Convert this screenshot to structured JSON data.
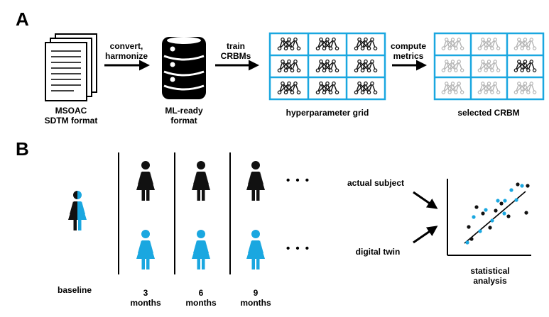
{
  "panel_a": {
    "letter": "A",
    "sources": {
      "line1": "MSOAC",
      "line2": "SDTM format"
    },
    "step1": {
      "line1": "convert,",
      "line2": "harmonize"
    },
    "database": {
      "line1": "ML-ready",
      "line2": "format"
    },
    "step2": {
      "line1": "train",
      "line2": "CRBMs"
    },
    "grid": {
      "label": "hyperparameter grid"
    },
    "step3": {
      "line1": "compute",
      "line2": "metrics"
    },
    "selected": {
      "label": "selected CRBM"
    }
  },
  "panel_b": {
    "letter": "B",
    "baseline": "baseline",
    "timepoints": [
      {
        "number": "3",
        "unit": "months"
      },
      {
        "number": "6",
        "unit": "months"
      },
      {
        "number": "9",
        "unit": "months"
      }
    ],
    "ellipsis": "• • •",
    "actual_subject": "actual subject",
    "digital_twin": "digital twin",
    "analysis": {
      "line1": "statistical",
      "line2": "analysis"
    }
  },
  "colors": {
    "blue": "#1aa7e0",
    "black": "#111111",
    "grey": "#b5b5b5"
  }
}
